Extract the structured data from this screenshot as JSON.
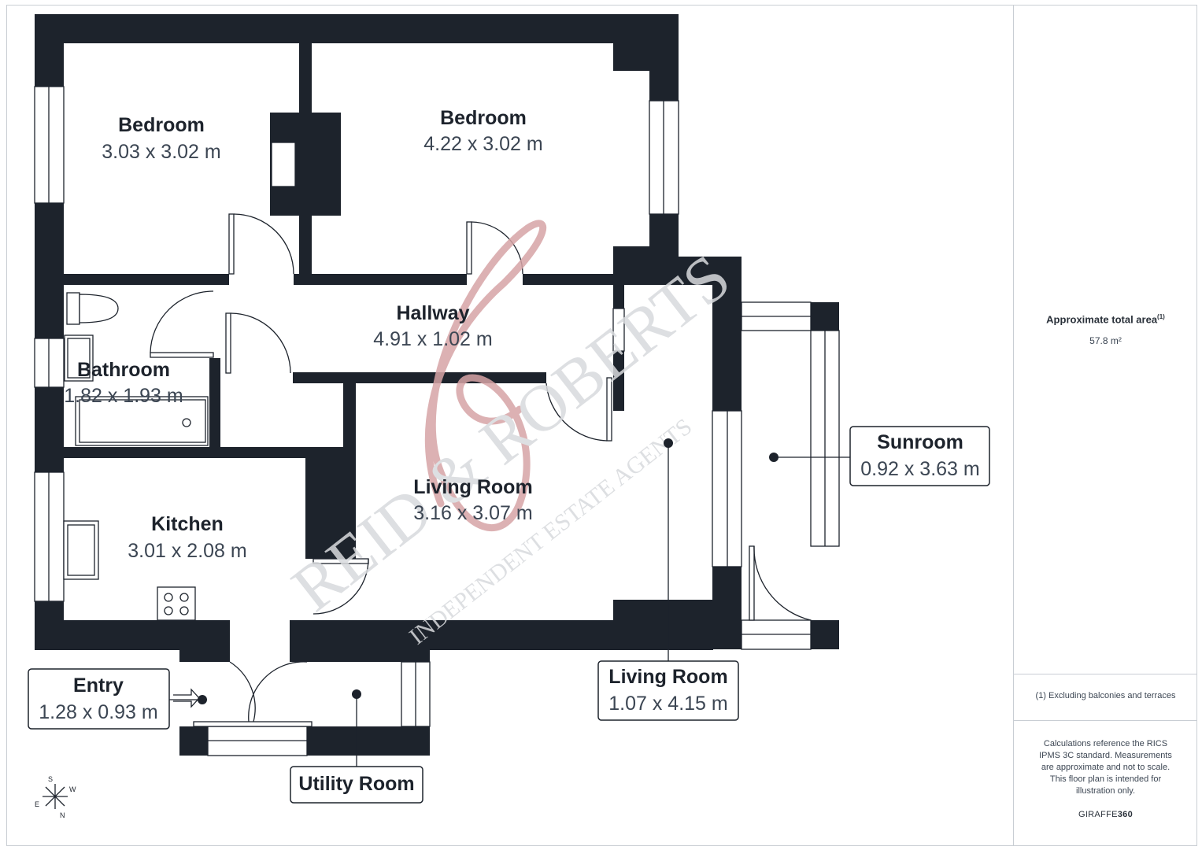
{
  "rooms": {
    "bedroom_left": {
      "name": "Bedroom",
      "dims": "3.03 x 3.02 m"
    },
    "bedroom_right": {
      "name": "Bedroom",
      "dims": "4.22 x 3.02 m"
    },
    "hallway": {
      "name": "Hallway",
      "dims": "4.91 x 1.02 m"
    },
    "bathroom": {
      "name": "Bathroom",
      "dims": "1.82 x 1.93 m"
    },
    "kitchen": {
      "name": "Kitchen",
      "dims": "3.01 x 2.08 m"
    },
    "living_room": {
      "name": "Living Room",
      "dims": "3.16 x 3.07 m"
    }
  },
  "callouts": {
    "sunroom": {
      "name": "Sunroom",
      "dims": "0.92 x 3.63 m"
    },
    "entry": {
      "name": "Entry",
      "dims": "1.28 x 0.93 m"
    },
    "living_room_2": {
      "name": "Living Room",
      "dims": "1.07 x 4.15 m"
    },
    "utility_room": {
      "name": "Utility Room"
    }
  },
  "compass": {
    "s": "S",
    "w": "W",
    "e": "E",
    "n": "N"
  },
  "watermark": {
    "brand": "REID & ROBERTS",
    "tagline": "INDEPENDENT ESTATE AGENTS"
  },
  "sidebar": {
    "area_title": "Approximate total area",
    "area_note_marker": "(1)",
    "area_value": "57.8 m²",
    "footnote": "(1) Excluding balconies and terraces",
    "disclaimer": "Calculations reference the RICS IPMS 3C standard. Measurements are approximate and not to scale. This floor plan is intended for illustration only.",
    "brand_prefix": "GIRAFFE",
    "brand_suffix": "360"
  },
  "colors": {
    "wall": "#1d232c",
    "watermark": "#d7a4a6",
    "border": "#c9ced4"
  }
}
